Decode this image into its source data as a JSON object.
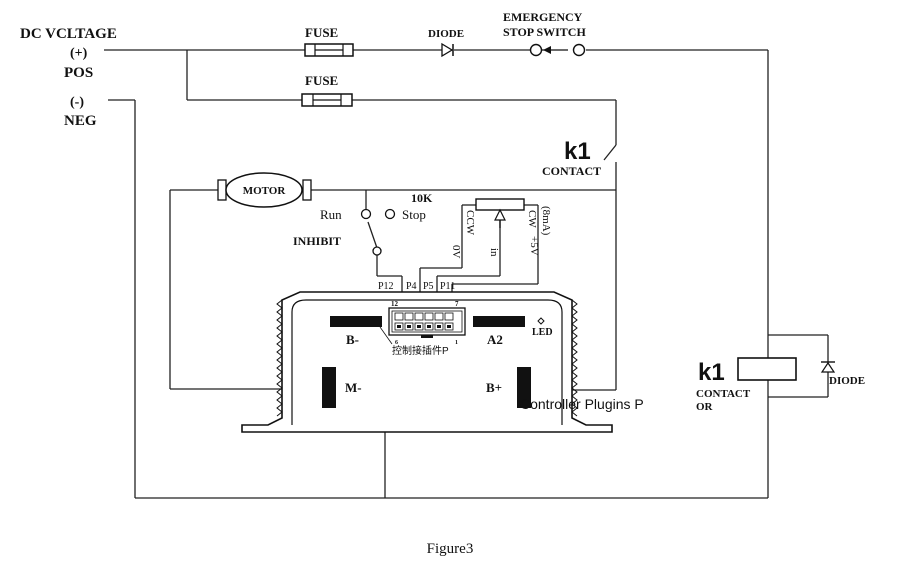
{
  "supply": {
    "dc_voltage": "DC VCLTAGE",
    "pos_sign": "(+)",
    "pos": "POS",
    "neg_sign": "(-)",
    "neg": "NEG"
  },
  "components": {
    "fuse_top": "FUSE",
    "fuse_second": "FUSE",
    "diode_top": "DIODE",
    "estop_line1": "EMERGENCY",
    "estop_line2": "STOP SWITCH",
    "k1_top": "k1",
    "contact_top": "CONTACT",
    "motor": "MOTOR",
    "run": "Run",
    "stop": "Stop",
    "inhibit": "INHIBIT",
    "pot_value": "10K",
    "ccw": "CCW",
    "cw": "CW",
    "current": "(8mA)",
    "zero_v": "0V",
    "in": "in",
    "plus5v": "+5V",
    "k1_coil": "k1",
    "contact_coil_line1": "CONTACT",
    "contact_coil_line2": "OR",
    "diode_coil": "DIODE"
  },
  "pins": {
    "p12": "P12",
    "p4": "P4",
    "p5": "P5",
    "p11": "P11"
  },
  "controller": {
    "pin12": "12",
    "pin7": "7",
    "pin6": "6",
    "pin1": "1",
    "b_minus": "B-",
    "a2": "A2",
    "led": "LED",
    "m_minus": "M-",
    "b_plus": "B+",
    "plug_label_cn": "控制接插件P",
    "plug_label_en": "Controller Plugins P"
  },
  "caption": "Figure3"
}
